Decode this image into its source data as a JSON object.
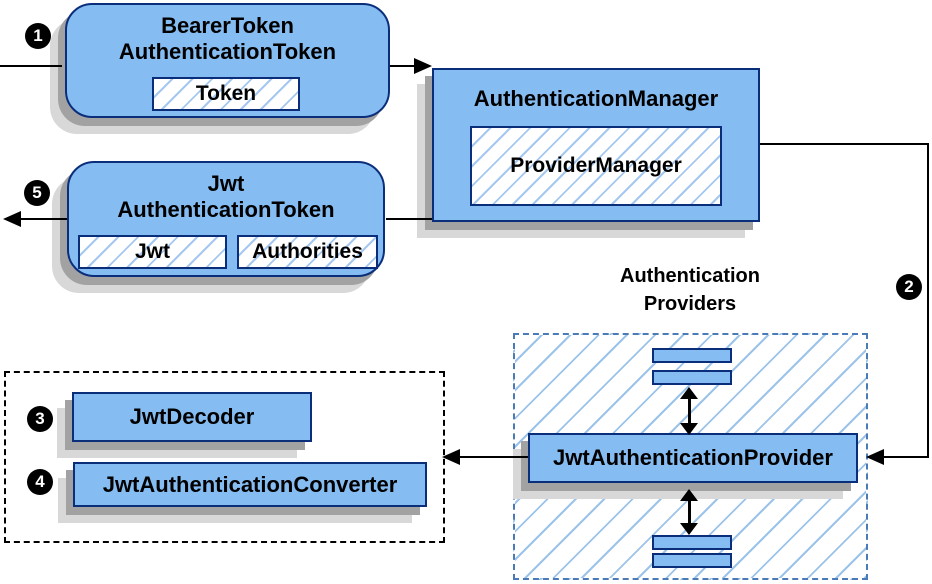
{
  "colors": {
    "node_fill": "#85BCF2",
    "node_border": "#0B2E7B",
    "hatch_line": "#A5C8F0",
    "group_hatch_line": "#9CC3EA",
    "blue_dash_border": "#4A7BB7",
    "black_dash_border": "#000000",
    "arrow": "#000000",
    "shadow_dark": "#A2A2A2",
    "shadow_light": "#D8D8D8",
    "badge_bg": "#000000",
    "badge_text": "#FFFFFF"
  },
  "badges": {
    "step1": "1",
    "step2": "2",
    "step3": "3",
    "step4": "4",
    "step5": "5"
  },
  "bearer_token_node": {
    "title_line1": "BearerToken",
    "title_line2": "AuthenticationToken",
    "field_token": "Token"
  },
  "authentication_manager_node": {
    "title": "AuthenticationManager",
    "field_provider_manager": "ProviderManager"
  },
  "jwt_token_node": {
    "title_line1": "Jwt",
    "title_line2": "AuthenticationToken",
    "field_jwt": "Jwt",
    "field_authorities": "Authorities"
  },
  "converter_group": {
    "jwt_decoder": "JwtDecoder",
    "jwt_authentication_converter": "JwtAuthenticationConverter"
  },
  "providers_group": {
    "title_line1": "Authentication",
    "title_line2": "Providers",
    "jwt_authentication_provider": "JwtAuthenticationProvider"
  }
}
